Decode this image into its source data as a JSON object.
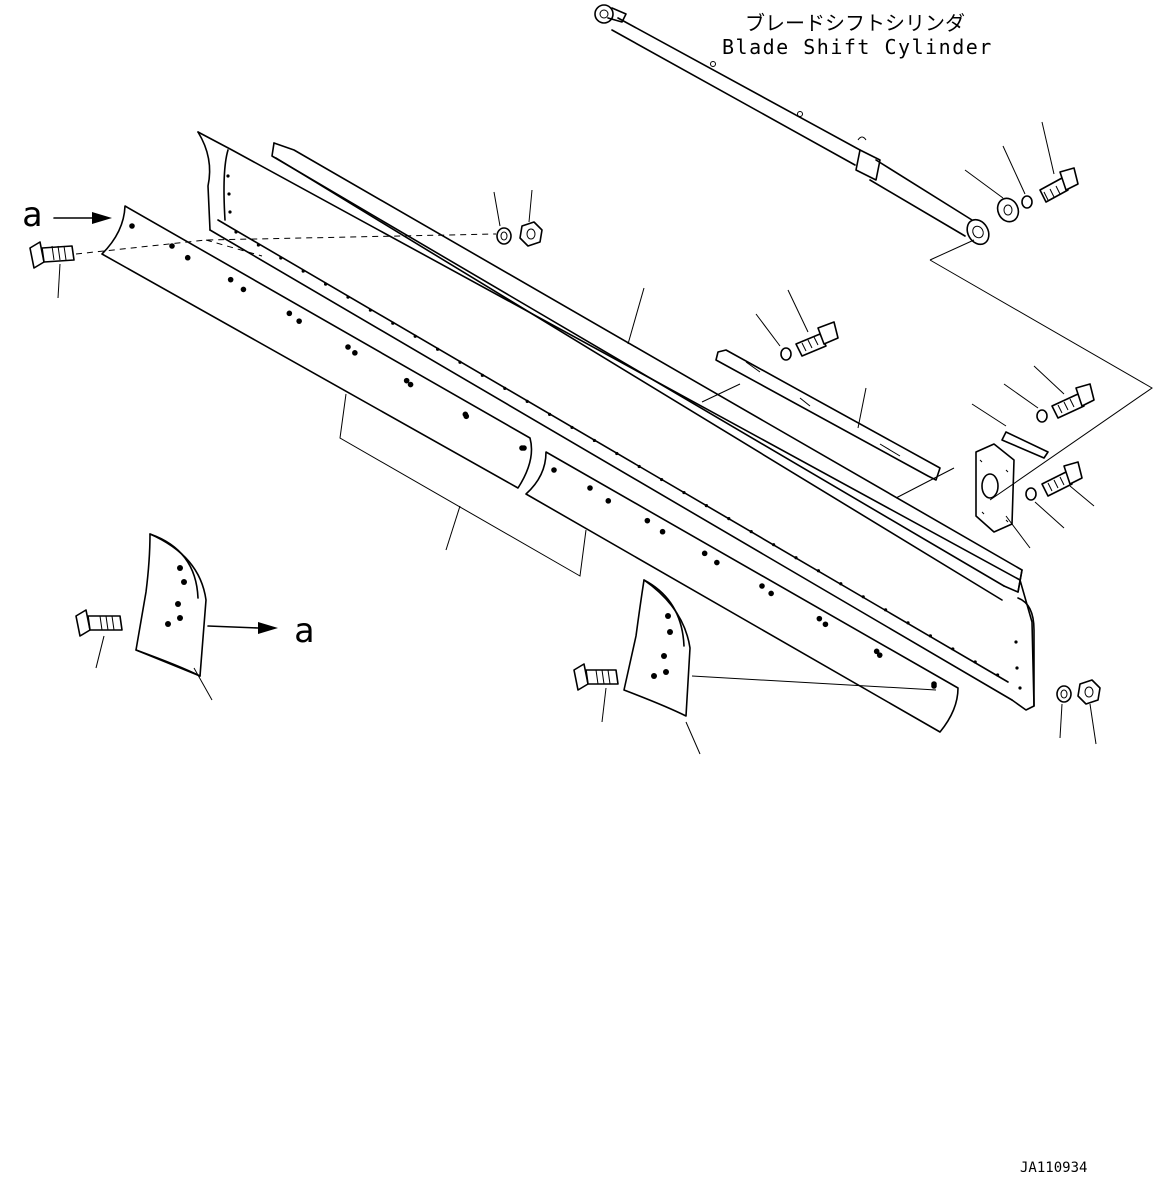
{
  "labels": {
    "cylinder_jp": "ブレードシフトシリンダ",
    "cylinder_en": "Blade Shift Cylinder",
    "view_marker_left": "a",
    "view_marker_right": "a",
    "drawing_number": "JA110934"
  },
  "colors": {
    "ink": "#000000",
    "paper": "#ffffff"
  }
}
